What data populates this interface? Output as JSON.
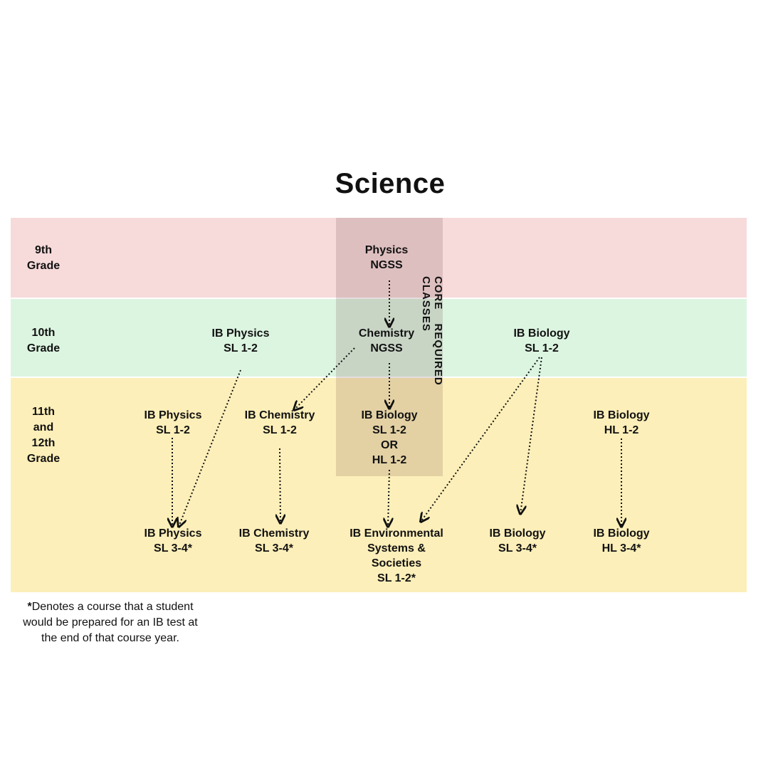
{
  "title": "Science",
  "core_label": "CORE REQUIRED CLASSES",
  "grades": {
    "g9": [
      "9th",
      "Grade"
    ],
    "g10": [
      "10th",
      "Grade"
    ],
    "g11": [
      "11th",
      "and",
      "12th",
      "Grade"
    ]
  },
  "courses": {
    "physics_ngss": [
      "Physics",
      "NGSS"
    ],
    "chemistry_ngss": [
      "Chemistry",
      "NGSS"
    ],
    "ib_physics_10": [
      "IB Physics",
      "SL 1-2"
    ],
    "ib_biology_10": [
      "IB Biology",
      "SL 1-2"
    ],
    "ib_physics_sl12": [
      "IB Physics",
      "SL 1-2"
    ],
    "ib_chemistry_sl12": [
      "IB Chemistry",
      "SL 1-2"
    ],
    "ib_biology_sl12_or_hl12": [
      "IB Biology",
      "SL 1-2",
      "OR",
      "HL 1-2"
    ],
    "ib_biology_hl12": [
      "IB Biology",
      "HL 1-2"
    ],
    "ib_physics_sl34": [
      "IB Physics",
      "SL 3-4*"
    ],
    "ib_chemistry_sl34": [
      "IB Chemistry",
      "SL 3-4*"
    ],
    "ib_ess_sl12": [
      "IB Environmental",
      "Systems &",
      "Societies",
      "SL 1-2*"
    ],
    "ib_biology_sl34": [
      "IB Biology",
      "SL 3-4*"
    ],
    "ib_biology_hl34": [
      "IB Biology",
      "HL 3-4*"
    ]
  },
  "footnote": {
    "star": "*",
    "text": "Denotes a course that a student would be prepared for an IB test at the end of that course year."
  },
  "colors": {
    "grade_9": "#f7dada",
    "grade_10": "#dcf5e1",
    "grade_11_12": "#fdefb9",
    "core_overlay": "rgba(110,70,70,0.18)",
    "arrow": "#111111"
  }
}
